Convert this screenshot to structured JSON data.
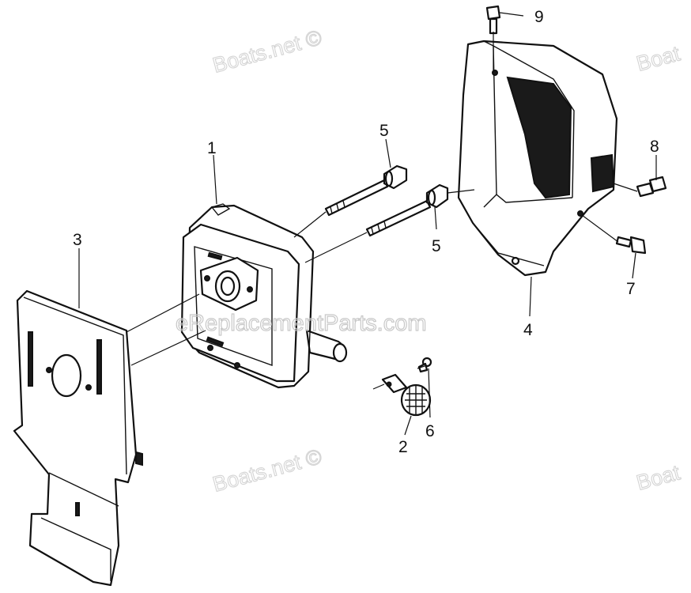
{
  "watermarks": {
    "boats_a": "Boats.net ©",
    "boats_b": "Boats.net ©",
    "boats_edge_a": "Boat",
    "boats_edge_b": "Boat",
    "center": "eReplacementParts.com"
  },
  "callouts": [
    {
      "id": "muffler",
      "label": "1"
    },
    {
      "id": "spark-arrester",
      "label": "2"
    },
    {
      "id": "heat-shield-plate",
      "label": "3"
    },
    {
      "id": "muffler-protector",
      "label": "4"
    },
    {
      "id": "long-bolt-upper",
      "label": "5"
    },
    {
      "id": "long-bolt-lower",
      "label": "5"
    },
    {
      "id": "small-screw",
      "label": "6"
    },
    {
      "id": "protector-bolt-lower",
      "label": "7"
    },
    {
      "id": "protector-bolt-side",
      "label": "8"
    },
    {
      "id": "protector-bolt-top",
      "label": "9"
    }
  ]
}
